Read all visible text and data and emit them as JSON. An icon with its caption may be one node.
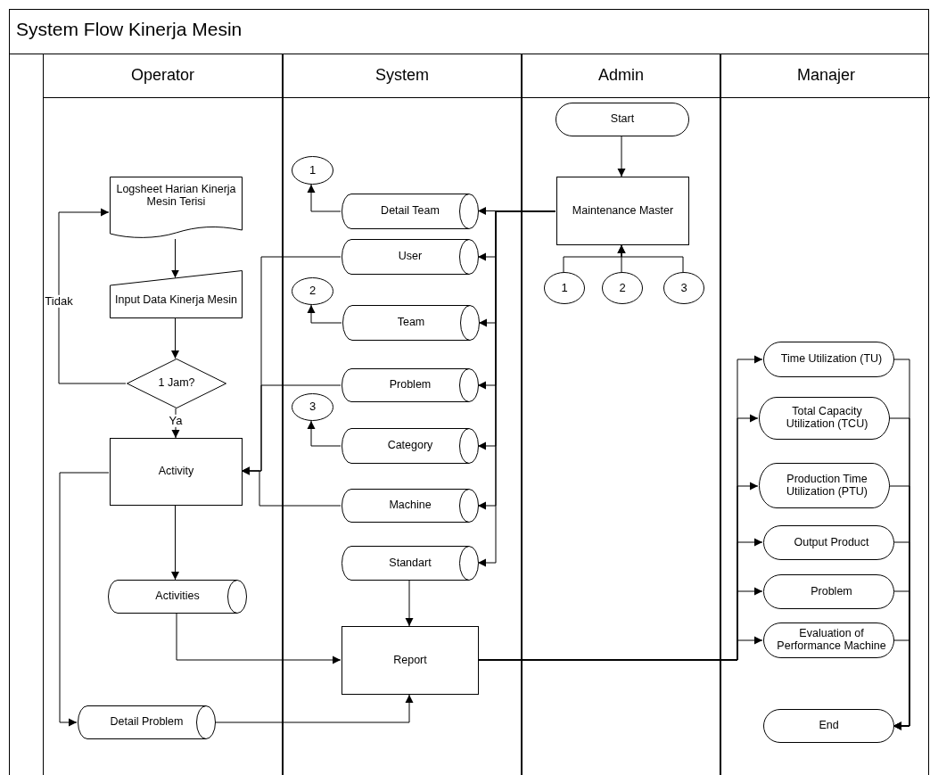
{
  "diagram": {
    "title": "System Flow Kinerja Mesin",
    "nodes": [
      {
        "text": [
          "Operator"
        ]
      },
      {
        "text": [
          "System"
        ]
      },
      {
        "text": [
          "Admin"
        ]
      },
      {
        "text": [
          "Manajer"
        ]
      },
      {
        "text": [
          "Start"
        ],
        "in": 2
      },
      {
        "text": [
          "Maintenance Master"
        ],
        "in": 2
      },
      {
        "text": [
          "1"
        ],
        "in": 2
      },
      {
        "text": [
          "2"
        ],
        "in": 2
      },
      {
        "text": [
          "3"
        ],
        "in": 2
      },
      {
        "text": [
          "Logsheet Harian Kinerja Mesin Terisi"
        ],
        "in": 0
      },
      {
        "text": [
          "Input Data Kinerja Mesin"
        ],
        "in": 0
      },
      {
        "text": [
          "1 Jam?"
        ],
        "in": 0
      },
      {
        "text": [
          "Activity"
        ],
        "in": 0
      },
      {
        "text": [
          "Activities"
        ],
        "in": 0
      },
      {
        "text": [
          "Detail Problem"
        ],
        "in": 0
      },
      {
        "text": [
          "1"
        ],
        "in": 1
      },
      {
        "text": [
          "Detail Team"
        ],
        "in": 1
      },
      {
        "text": [
          "User"
        ],
        "in": 1
      },
      {
        "text": [
          "2"
        ],
        "in": 1
      },
      {
        "text": [
          "Team"
        ],
        "in": 1
      },
      {
        "text": [
          "Problem"
        ],
        "in": 1
      },
      {
        "text": [
          "3"
        ],
        "in": 1
      },
      {
        "text": [
          "Category"
        ],
        "in": 1
      },
      {
        "text": [
          "Machine"
        ],
        "in": 1
      },
      {
        "text": [
          "Standart"
        ],
        "in": 1
      },
      {
        "text": [
          "Report"
        ],
        "in": 1
      },
      {
        "text": [
          "Time Utilization (TU)"
        ],
        "in": 3
      },
      {
        "text": [
          "Total Capacity Utilization (TCU)"
        ],
        "in": 3
      },
      {
        "text": [
          "Production Time Utilization (PTU)"
        ],
        "in": 3
      },
      {
        "text": [
          "Output Product"
        ],
        "in": 3
      },
      {
        "text": [
          "Problem"
        ],
        "in": 3
      },
      {
        "text": [
          "Evaluation of Performance Machine"
        ],
        "in": 3
      },
      {
        "text": [
          "End"
        ],
        "in": 3
      }
    ],
    "edges": [
      {
        "from": 4,
        "to": 5,
        "arrow": "to"
      },
      {
        "from": 6,
        "to": 5,
        "arrow": "to"
      },
      {
        "from": 7,
        "to": 5,
        "arrow": "to"
      },
      {
        "from": 8,
        "to": 5,
        "arrow": "to"
      },
      {
        "from": 5,
        "to": 16,
        "arrow": "to"
      },
      {
        "from": 5,
        "to": 17,
        "arrow": "to"
      },
      {
        "from": 5,
        "to": 19,
        "arrow": "to"
      },
      {
        "from": 5,
        "to": 20,
        "arrow": "to"
      },
      {
        "from": 5,
        "to": 22,
        "arrow": "to"
      },
      {
        "from": 5,
        "to": 23,
        "arrow": "to"
      },
      {
        "from": 5,
        "to": 24,
        "arrow": "to"
      },
      {
        "from": 16,
        "to": 15,
        "arrow": "to"
      },
      {
        "from": 19,
        "to": 18,
        "arrow": "to"
      },
      {
        "from": 22,
        "to": 21,
        "arrow": "to"
      },
      {
        "from": 17,
        "to": 12,
        "arrow": "to"
      },
      {
        "from": 20,
        "to": 12,
        "arrow": "to"
      },
      {
        "from": 23,
        "to": 12,
        "arrow": "to"
      },
      {
        "from": 9,
        "to": 10,
        "arrow": "to"
      },
      {
        "from": 10,
        "to": 11,
        "arrow": "to"
      },
      {
        "from": 11,
        "to": 9,
        "arrow": "to",
        "label": "Tidak"
      },
      {
        "from": 11,
        "to": 12,
        "arrow": "to",
        "label": "Ya"
      },
      {
        "from": 12,
        "to": 13,
        "arrow": "to"
      },
      {
        "from": 12,
        "to": 14,
        "arrow": "to"
      },
      {
        "from": 13,
        "to": 25,
        "arrow": "to"
      },
      {
        "from": 24,
        "to": 25,
        "arrow": "to"
      },
      {
        "from": 14,
        "to": 25,
        "arrow": "to"
      },
      {
        "from": 25,
        "to": 26,
        "arrow": "to"
      },
      {
        "from": 25,
        "to": 27,
        "arrow": "to"
      },
      {
        "from": 25,
        "to": 28,
        "arrow": "to"
      },
      {
        "from": 25,
        "to": 29,
        "arrow": "to"
      },
      {
        "from": 25,
        "to": 30,
        "arrow": "to"
      },
      {
        "from": 25,
        "to": 31,
        "arrow": "to"
      },
      {
        "from": 26,
        "to": 32,
        "arrow": "to"
      },
      {
        "from": 27,
        "to": 32,
        "arrow": "to"
      },
      {
        "from": 28,
        "to": 32,
        "arrow": "to"
      },
      {
        "from": 29,
        "to": 32,
        "arrow": "to"
      },
      {
        "from": 30,
        "to": 32,
        "arrow": "to"
      },
      {
        "from": 31,
        "to": 32,
        "arrow": "to"
      }
    ]
  }
}
